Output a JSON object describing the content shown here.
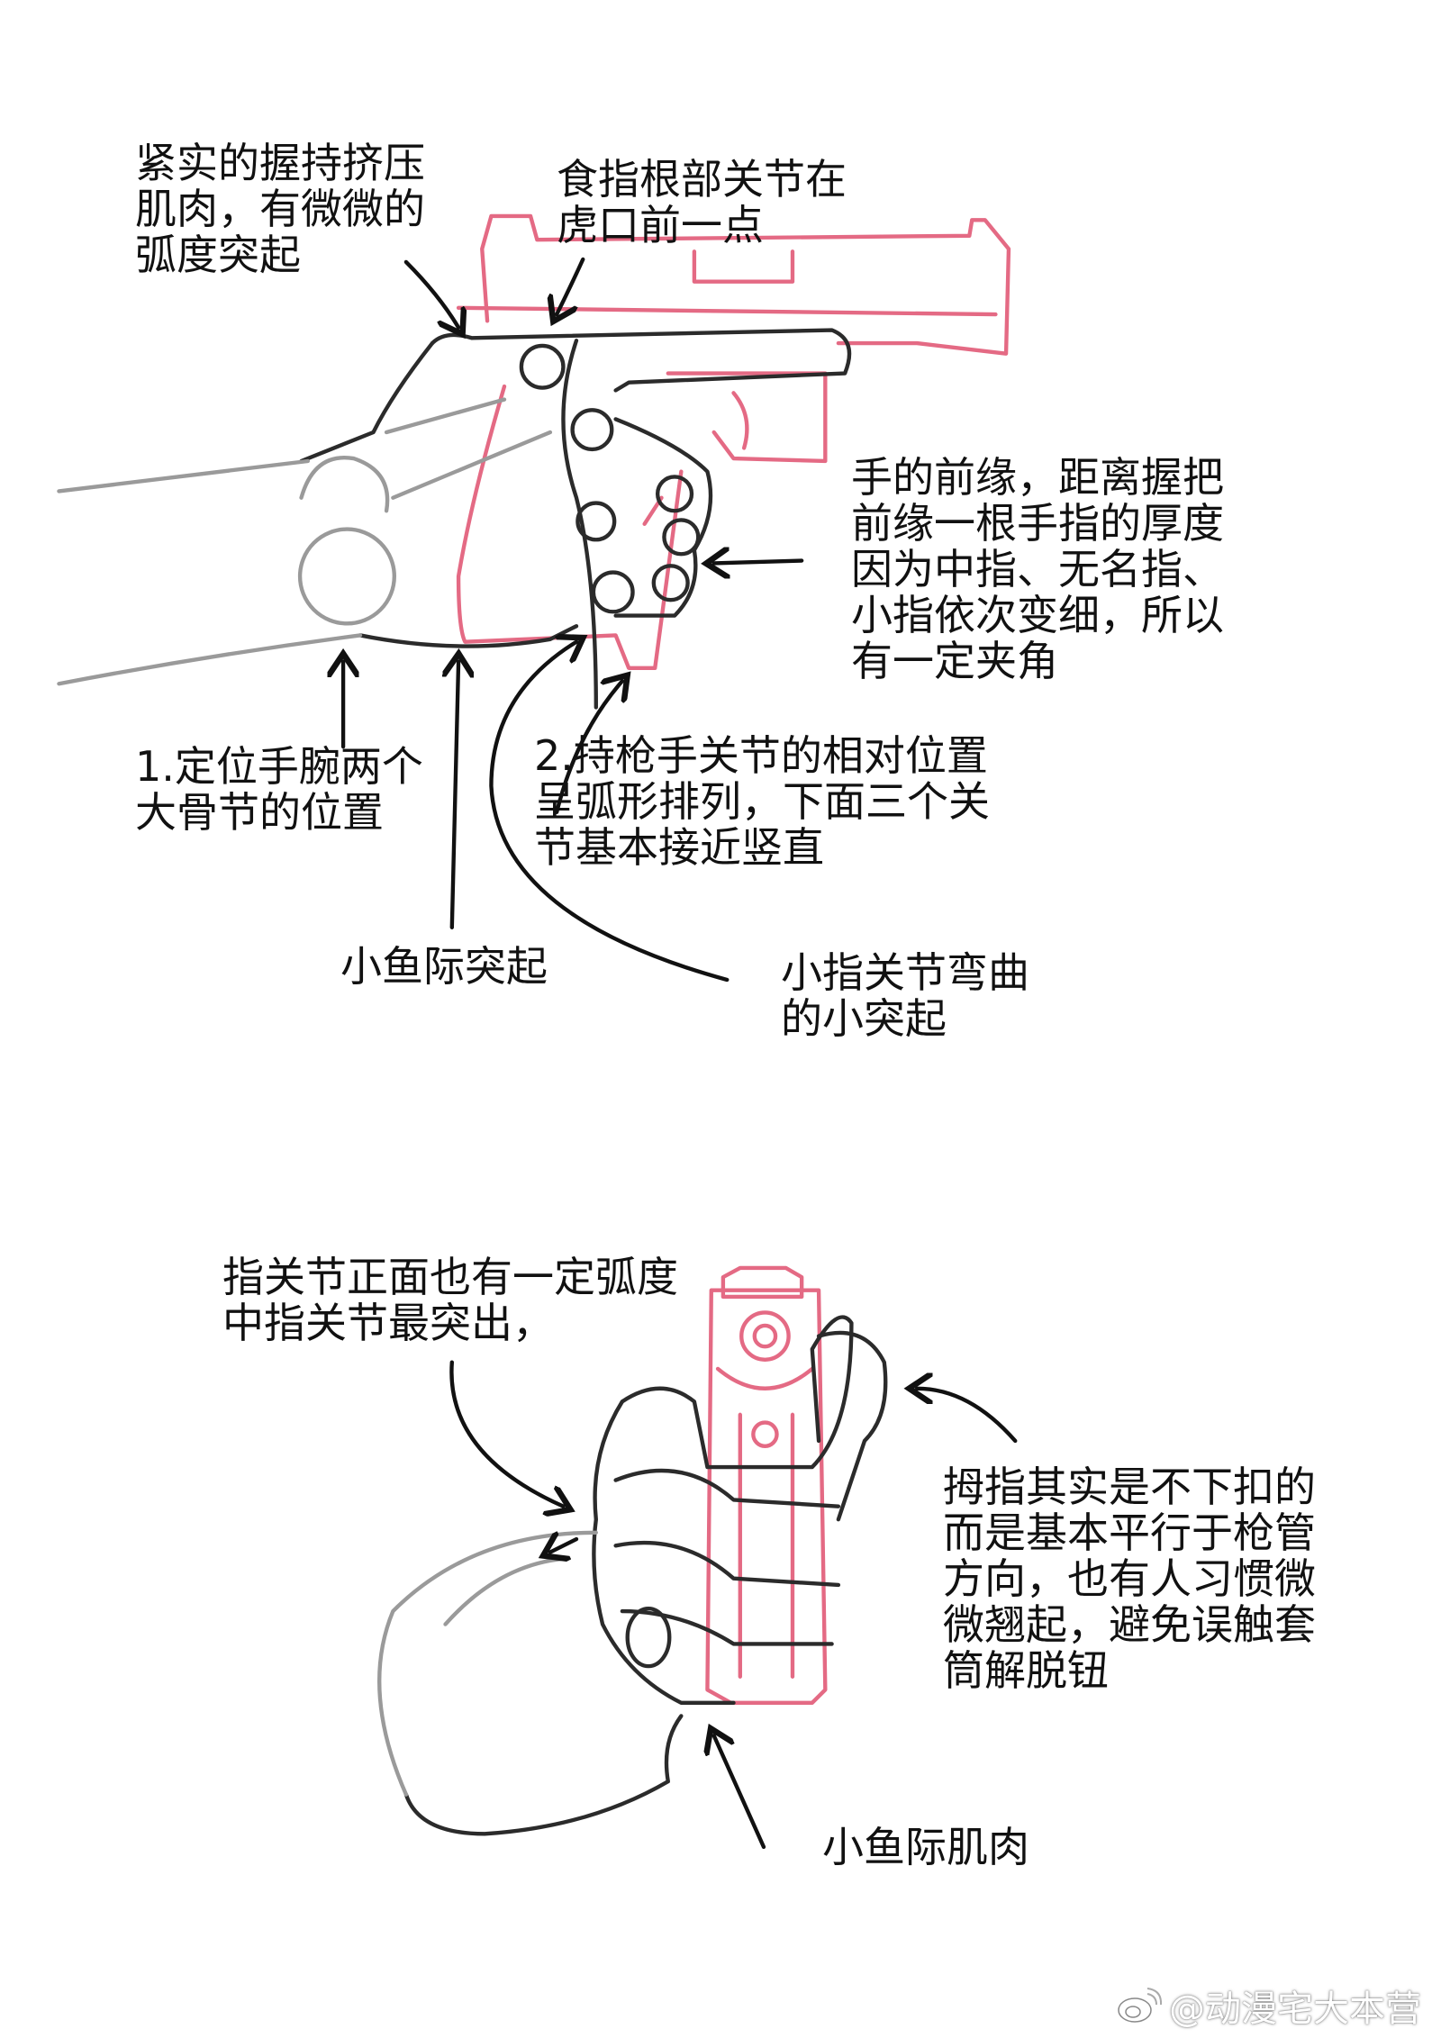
{
  "annotations": [
    {
      "id": "grip-muscle",
      "lines": [
        "紧实的握持挤压",
        "肌肉，有微微的",
        "弧度突起"
      ]
    },
    {
      "id": "index-knuckle",
      "lines": [
        "食指根部关节在",
        "虎口前一点"
      ]
    },
    {
      "id": "hand-front-edge",
      "lines": [
        "手的前缘，距离握把",
        "前缘一根手指的厚度",
        "因为中指、无名指、",
        "小指依次变细，所以",
        "有一定夹角"
      ]
    },
    {
      "id": "wrist-bones",
      "lines": [
        "1.定位手腕两个",
        "大骨节的位置"
      ]
    },
    {
      "id": "knuckle-arc",
      "lines": [
        "2.持枪手关节的相对位置",
        "呈弧形排列，下面三个关",
        "节基本接近竖直"
      ]
    },
    {
      "id": "hypothenar-bulge",
      "lines": [
        "小鱼际突起"
      ]
    },
    {
      "id": "pinky-bump",
      "lines": [
        "小指关节弯曲",
        "的小突起"
      ]
    },
    {
      "id": "knuckle-front",
      "lines": [
        "指关节正面也有一定弧度",
        "中指关节最突出，"
      ]
    },
    {
      "id": "thumb",
      "lines": [
        "拇指其实是不下扣的",
        "而是基本平行于枪管",
        "方向，也有人习惯微",
        "微翘起，避免误触套",
        "筒解脱钮"
      ]
    },
    {
      "id": "hypothenar-muscle",
      "lines": [
        "小鱼际肌肉"
      ]
    }
  ],
  "watermark": {
    "text": "@动漫宅大本营",
    "icon": "weibo-icon"
  },
  "colors": {
    "gun": "#e46a84",
    "hand": "#2b2b2b",
    "hand_light": "#9a9a9a"
  }
}
